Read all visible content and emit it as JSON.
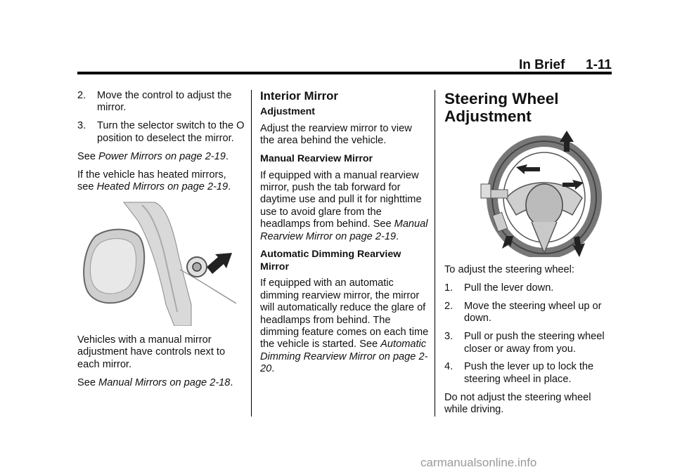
{
  "header": {
    "section": "In Brief",
    "page_number": "1-11"
  },
  "col1": {
    "item2_num": "2.",
    "item2_text": "Move the control to adjust the mirror.",
    "item3_num": "3.",
    "item3_text": "Turn the selector switch to the O position to deselect the mirror.",
    "see1_prefix": "See ",
    "see1_ref": "Power Mirrors on page 2-19",
    "see1_suffix": ".",
    "heated_prefix": "If the vehicle has heated mirrors, see ",
    "heated_ref": "Heated Mirrors on page 2-19",
    "heated_suffix": ".",
    "manual_text": "Vehicles with a manual mirror adjustment have controls next to each mirror.",
    "see2_prefix": "See ",
    "see2_ref": "Manual Mirrors on page 2-18",
    "see2_suffix": "."
  },
  "col2": {
    "heading": "Interior Mirror",
    "adjust_heading": "Adjustment",
    "adjust_text": "Adjust the rearview mirror to view the area behind the vehicle.",
    "manual_heading": "Manual Rearview Mirror",
    "manual_text": "If equipped with a manual rearview mirror, push the tab forward for daytime use and pull it for nighttime use to avoid glare from the headlamps from behind. See ",
    "manual_ref": "Manual Rearview Mirror on page 2-19",
    "manual_suffix": ".",
    "auto_heading": "Automatic Dimming Rearview Mirror",
    "auto_text": "If equipped with an automatic dimming rearview mirror, the mirror will automatically reduce the glare of headlamps from behind. The dimming feature comes on each time the vehicle is started. See ",
    "auto_ref": "Automatic Dimming Rearview Mirror on page 2-20",
    "auto_suffix": "."
  },
  "col3": {
    "heading": "Steering Wheel Adjustment",
    "intro": "To adjust the steering wheel:",
    "steps": [
      {
        "num": "1.",
        "text": "Pull the lever down."
      },
      {
        "num": "2.",
        "text": "Move the steering wheel up or down."
      },
      {
        "num": "3.",
        "text": "Pull or push the steering wheel closer or away from you."
      },
      {
        "num": "4.",
        "text": "Push the lever up to lock the steering wheel in place."
      }
    ],
    "warning": "Do not adjust the steering wheel while driving."
  },
  "footer": {
    "watermark": "carmanualsonline.info"
  },
  "colors": {
    "text": "#111111",
    "rule": "#000000",
    "watermark": "#9a9a9a"
  }
}
